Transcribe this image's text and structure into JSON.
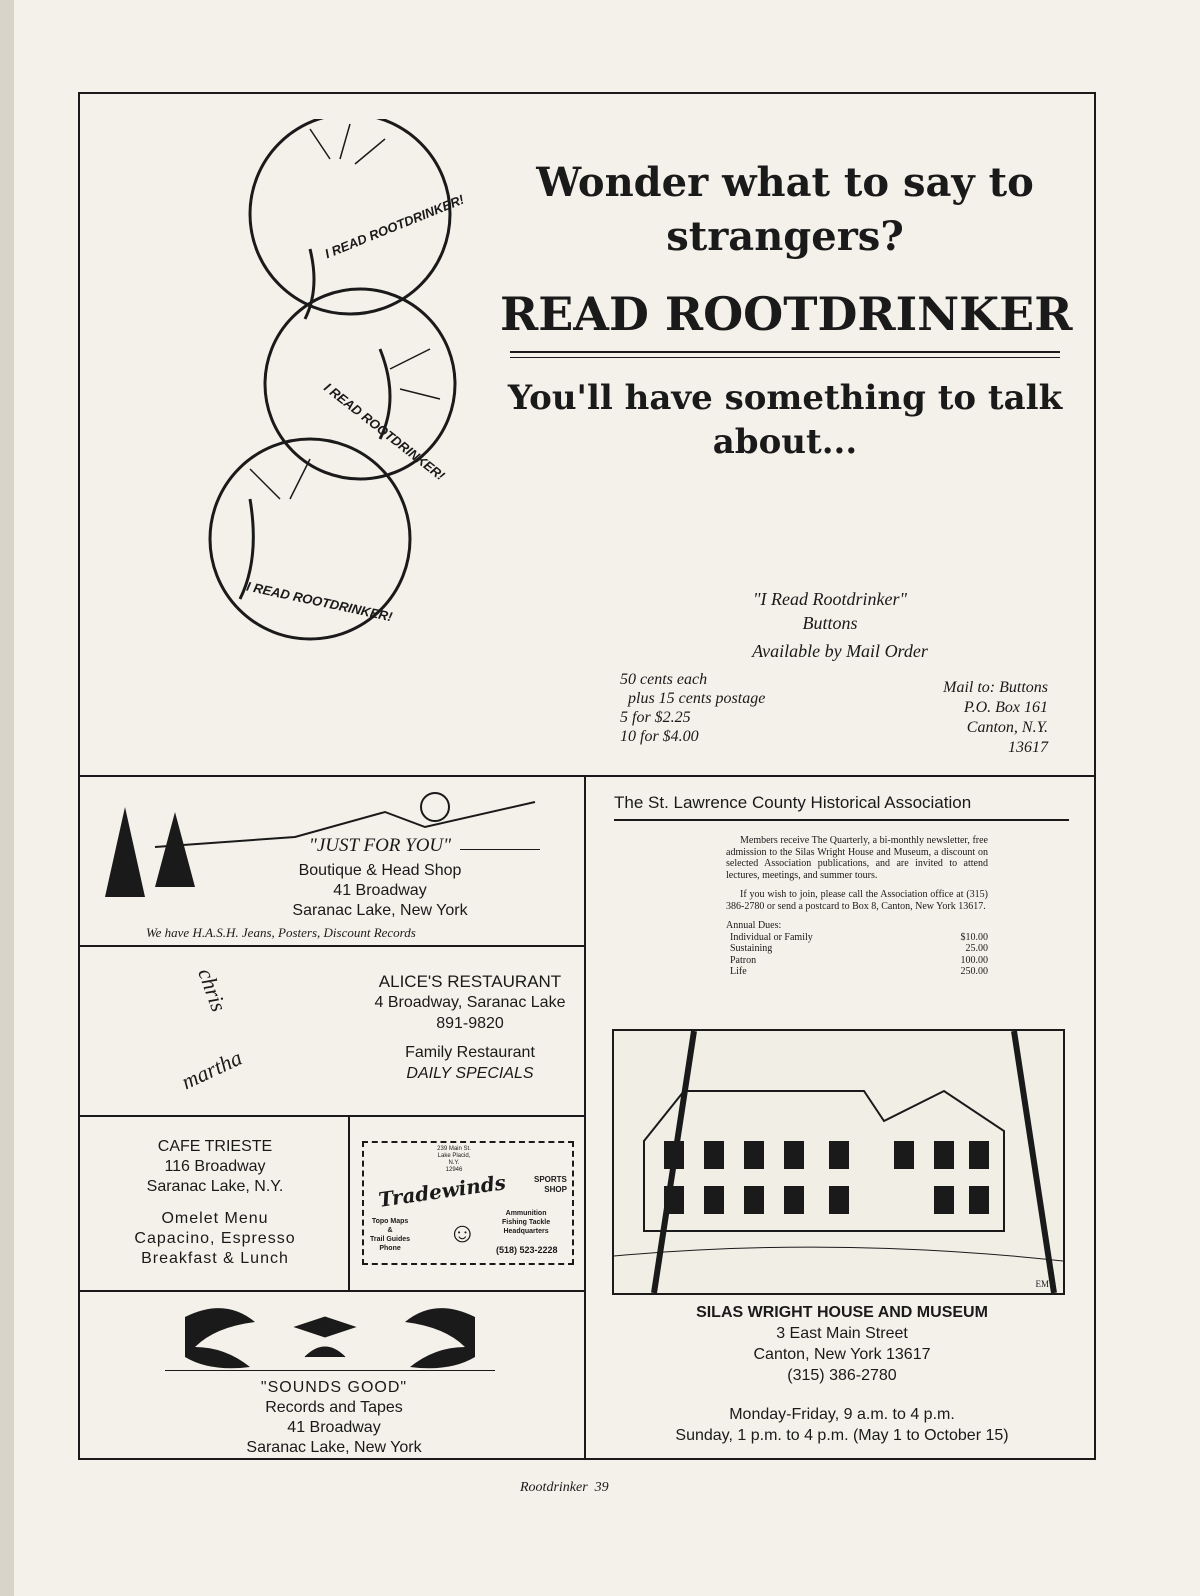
{
  "rootdrinker_ad": {
    "headline": "Wonder what to say to strangers?",
    "brand": "READ ROOTDRINKER",
    "tagline": "You'll have something to talk about...",
    "badge_text": "I READ ROOTDRINKER!",
    "buttons_title": "\"I Read Rootdrinker\"",
    "buttons_sub": "Buttons",
    "availability": "Available by Mail Order",
    "prices": [
      "50 cents each",
      "plus 15 cents postage",
      "5 for $2.25",
      "10 for $4.00"
    ],
    "mail_to": [
      "Mail to:  Buttons",
      "P.O. Box 161",
      "Canton, N.Y.",
      "13617"
    ]
  },
  "just_for_you": {
    "name": "\"JUST FOR YOU\"",
    "type": "Boutique & Head Shop",
    "address": "41 Broadway",
    "city": "Saranac Lake, New York",
    "note": "We have H.A.S.H. Jeans, Posters, Discount Records"
  },
  "alices": {
    "logo": [
      "chris",
      "martha"
    ],
    "name": "ALICE'S RESTAURANT",
    "address": "4 Broadway, Saranac Lake",
    "phone": "891-9820",
    "type": "Family Restaurant",
    "specials": "DAILY SPECIALS"
  },
  "cafe_trieste": {
    "name": "CAFE TRIESTE",
    "address": "116 Broadway",
    "city": "Saranac Lake, N.Y.",
    "menu": [
      "Omelet Menu",
      "Capacino, Espresso",
      "Breakfast & Lunch"
    ]
  },
  "tradewinds": {
    "address": [
      "239 Main St.",
      "Lake Placid,",
      "N.Y.",
      "12946"
    ],
    "name": "Tradewinds",
    "sub": [
      "SPORTS",
      "SHOP"
    ],
    "left": [
      "Topo Maps",
      "&",
      "Trail Guides"
    ],
    "right": [
      "Ammunition",
      "Fishing Tackle",
      "Headquarters"
    ],
    "phone_label": "Phone",
    "phone": "(518) 523-2228"
  },
  "sounds_good": {
    "name": "\"SOUNDS GOOD\"",
    "type": "Records and Tapes",
    "address": "41 Broadway",
    "city": "Saranac Lake, New York"
  },
  "historical": {
    "title": "The St. Lawrence County Historical Association",
    "para1": "Members receive The Quarterly, a bi-monthly newsletter, free admission to the Silas Wright House and Museum, a discount on selected Association publications, and are invited to attend lectures, meetings, and summer tours.",
    "para2": "If you wish to join, please call the Association office at (315) 386-2780 or send a postcard to Box 8, Canton, New York 13617.",
    "dues_label": "Annual Dues:",
    "dues": [
      {
        "label": "Individual or Family",
        "amount": "$10.00"
      },
      {
        "label": "Sustaining",
        "amount": "25.00"
      },
      {
        "label": "Patron",
        "amount": "100.00"
      },
      {
        "label": "Life",
        "amount": "250.00"
      }
    ],
    "artist": "EM",
    "museum": "SILAS WRIGHT HOUSE AND MUSEUM",
    "address": "3 East Main Street",
    "city": "Canton, New York 13617",
    "phone": "(315) 386-2780",
    "hours": [
      "Monday-Friday, 9 a.m. to 4 p.m.",
      "Sunday, 1 p.m. to 4 p.m. (May 1 to October 15)"
    ]
  },
  "footer": {
    "magazine": "Rootdrinker",
    "page": "39"
  }
}
